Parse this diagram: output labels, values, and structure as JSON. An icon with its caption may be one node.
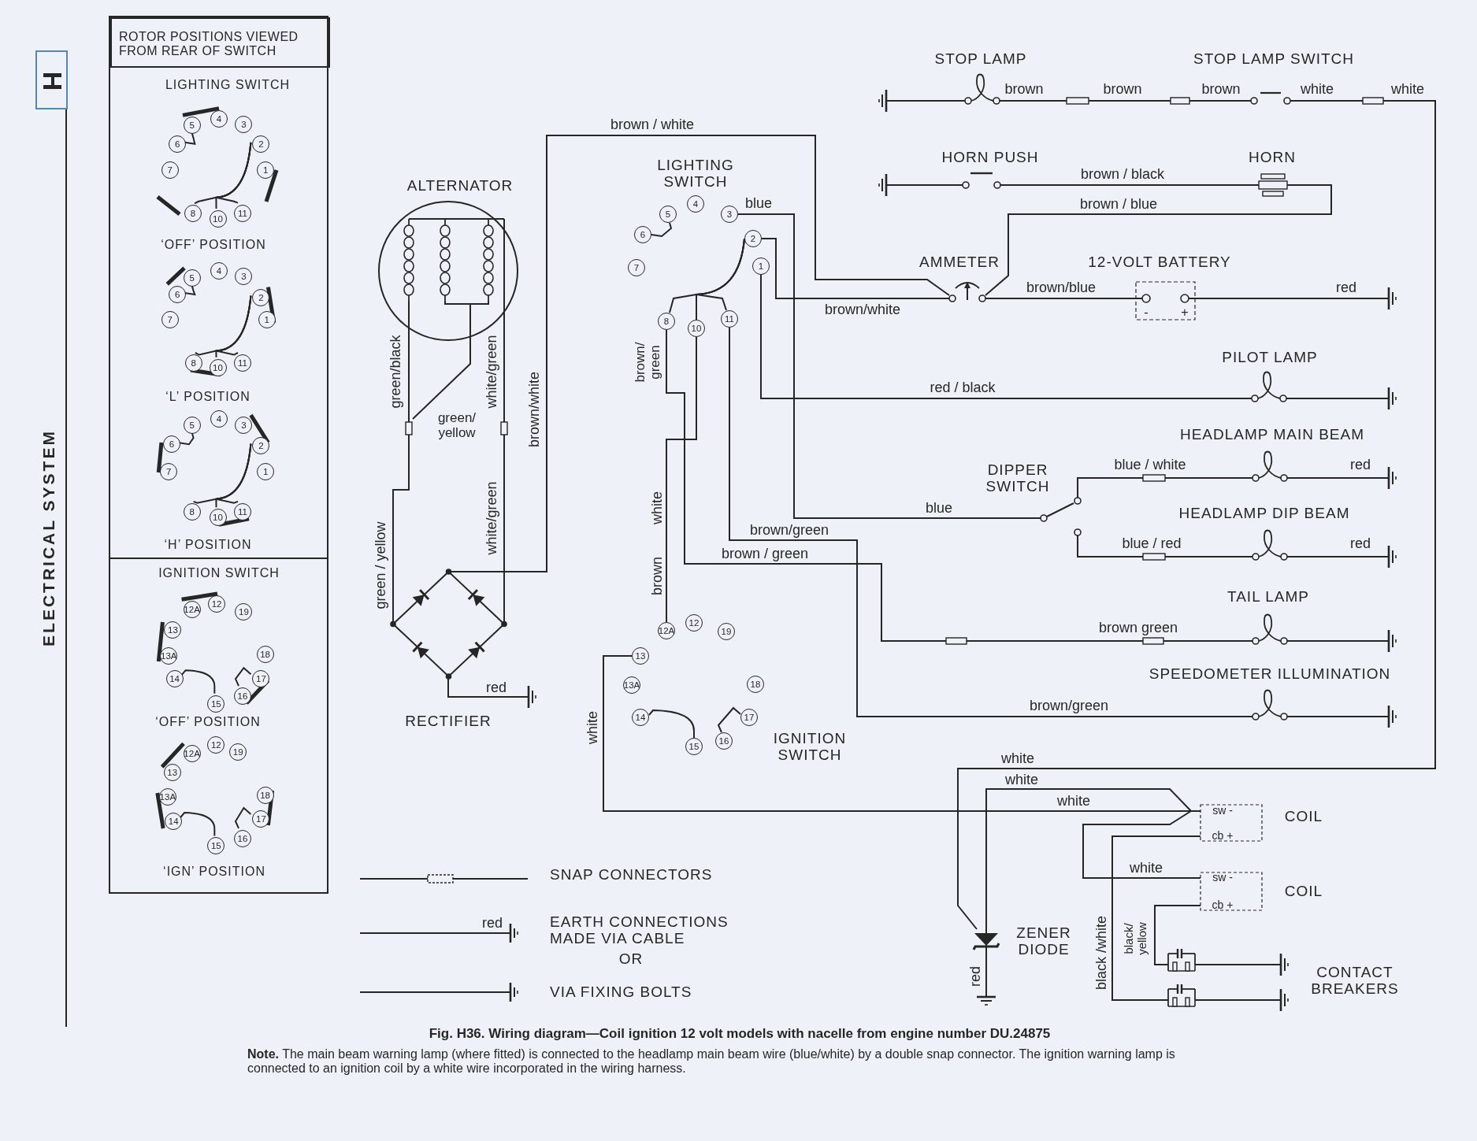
{
  "diagram": {
    "caption": "Fig. H36. Wiring diagram—Coil ignition 12 volt models with nacelle from engine number DU.24875",
    "nodes": [
      {
        "text": [
          "ALTERNATOR"
        ]
      },
      {
        "text": [
          "RECTIFIER"
        ]
      },
      {
        "text": [],
        "shape": "box"
      },
      {
        "text": [],
        "shape": "box"
      },
      {
        "text": [],
        "shape": "earth"
      },
      {
        "text": [
          "5"
        ]
      },
      {
        "text": [
          "4"
        ]
      },
      {
        "text": [
          "3"
        ]
      },
      {
        "text": [
          "6"
        ]
      },
      {
        "text": [
          "2"
        ]
      },
      {
        "text": [
          "7"
        ]
      },
      {
        "text": [
          "1"
        ]
      },
      {
        "text": [
          "8"
        ]
      },
      {
        "text": [
          "10"
        ]
      },
      {
        "text": [
          "11"
        ]
      },
      {
        "text": [
          "12A"
        ]
      },
      {
        "text": [
          "12"
        ]
      },
      {
        "text": [
          "19"
        ]
      },
      {
        "text": [
          "13"
        ]
      },
      {
        "text": [
          "13A"
        ]
      },
      {
        "text": [
          "18"
        ]
      },
      {
        "text": [
          "14"
        ]
      },
      {
        "text": [
          "17"
        ]
      },
      {
        "text": [
          "15"
        ]
      },
      {
        "text": [
          "16"
        ]
      },
      {
        "text": [],
        "shape": "earth"
      },
      {
        "text": [
          "STOP LAMP"
        ]
      },
      {
        "text": [],
        "shape": "box"
      },
      {
        "text": [],
        "shape": "box"
      },
      {
        "text": [
          "STOP LAMP SWITCH"
        ]
      },
      {
        "text": [],
        "shape": "box"
      },
      {
        "text": [],
        "shape": "earth"
      },
      {
        "text": [
          "HORN PUSH"
        ]
      },
      {
        "text": [
          "HORN"
        ]
      },
      {
        "text": [
          "AMMETER"
        ]
      },
      {
        "text": [
          "12-VOLT BATTERY",
          "-",
          "+"
        ]
      },
      {
        "text": [],
        "shape": "earth"
      },
      {
        "text": [
          "PILOT LAMP"
        ]
      },
      {
        "text": [],
        "shape": "earth"
      },
      {
        "text": [
          "DIPPER SWITCH"
        ]
      },
      {
        "text": [],
        "shape": "box"
      },
      {
        "text": [
          "HEADLAMP MAIN BEAM"
        ]
      },
      {
        "text": [],
        "shape": "earth"
      },
      {
        "text": [],
        "shape": "box"
      },
      {
        "text": [
          "HEADLAMP DIP BEAM"
        ]
      },
      {
        "text": [],
        "shape": "earth"
      },
      {
        "text": [],
        "shape": "box"
      },
      {
        "text": [],
        "shape": "box"
      },
      {
        "text": [
          "TAIL LAMP"
        ]
      },
      {
        "text": [],
        "shape": "earth"
      },
      {
        "text": [
          "SPEEDOMETER ILLUMINATION"
        ]
      },
      {
        "text": [],
        "shape": "earth"
      },
      {
        "text": [
          "ZENER DIODE"
        ]
      },
      {
        "text": [],
        "shape": "earth"
      },
      {
        "text": [
          "COIL",
          "sw -",
          "cb +"
        ]
      },
      {
        "text": [
          "COIL",
          "sw -",
          "cb +"
        ]
      },
      {
        "text": [],
        "shape": "box"
      },
      {
        "text": [],
        "shape": "earth"
      },
      {
        "text": [],
        "shape": "box"
      },
      {
        "text": [],
        "shape": "earth"
      },
      {
        "text": [],
        "shape": "box"
      },
      {
        "text": [
          "ROTOR POSITIONS VIEWED FROM REAR OF SWITCH"
        ],
        "in": 60
      },
      {
        "text": [
          "5"
        ],
        "in": 60
      },
      {
        "text": [
          "4"
        ],
        "in": 60
      },
      {
        "text": [
          "3"
        ],
        "in": 60
      },
      {
        "text": [
          "6"
        ],
        "in": 60
      },
      {
        "text": [
          "2"
        ],
        "in": 60
      },
      {
        "text": [
          "7"
        ],
        "in": 60
      },
      {
        "text": [
          "1"
        ],
        "in": 60
      },
      {
        "text": [
          "8"
        ],
        "in": 60
      },
      {
        "text": [
          "10"
        ],
        "in": 60
      },
      {
        "text": [
          "11"
        ],
        "in": 60
      },
      {
        "text": [
          "5"
        ],
        "in": 60
      },
      {
        "text": [
          "4"
        ],
        "in": 60
      },
      {
        "text": [
          "3"
        ],
        "in": 60
      },
      {
        "text": [
          "6"
        ],
        "in": 60
      },
      {
        "text": [
          "2"
        ],
        "in": 60
      },
      {
        "text": [
          "7"
        ],
        "in": 60
      },
      {
        "text": [
          "1"
        ],
        "in": 60
      },
      {
        "text": [
          "8"
        ],
        "in": 60
      },
      {
        "text": [
          "10"
        ],
        "in": 60
      },
      {
        "text": [
          "11"
        ],
        "in": 60
      },
      {
        "text": [
          "5"
        ],
        "in": 60
      },
      {
        "text": [
          "4"
        ],
        "in": 60
      },
      {
        "text": [
          "3"
        ],
        "in": 60
      },
      {
        "text": [
          "6"
        ],
        "in": 60
      },
      {
        "text": [
          "2"
        ],
        "in": 60
      },
      {
        "text": [
          "7"
        ],
        "in": 60
      },
      {
        "text": [
          "1"
        ],
        "in": 60
      },
      {
        "text": [
          "8"
        ],
        "in": 60
      },
      {
        "text": [
          "10"
        ],
        "in": 60
      },
      {
        "text": [
          "11"
        ],
        "in": 60
      },
      {
        "text": [
          "12A"
        ],
        "in": 60
      },
      {
        "text": [
          "12"
        ],
        "in": 60
      },
      {
        "text": [
          "19"
        ],
        "in": 60
      },
      {
        "text": [
          "13"
        ],
        "in": 60
      },
      {
        "text": [
          "13A"
        ],
        "in": 60
      },
      {
        "text": [
          "18"
        ],
        "in": 60
      },
      {
        "text": [
          "14"
        ],
        "in": 60
      },
      {
        "text": [
          "17"
        ],
        "in": 60
      },
      {
        "text": [
          "15"
        ],
        "in": 60
      },
      {
        "text": [
          "16"
        ],
        "in": 60
      },
      {
        "text": [
          "12A"
        ],
        "in": 60
      },
      {
        "text": [
          "12"
        ],
        "in": 60
      },
      {
        "text": [
          "19"
        ],
        "in": 60
      },
      {
        "text": [
          "13"
        ],
        "in": 60
      },
      {
        "text": [
          "13A"
        ],
        "in": 60
      },
      {
        "text": [
          "18"
        ],
        "in": 60
      },
      {
        "text": [
          "14"
        ],
        "in": 60
      },
      {
        "text": [
          "17"
        ],
        "in": 60
      },
      {
        "text": [
          "15"
        ],
        "in": 60
      },
      {
        "text": [
          "16"
        ],
        "in": 60
      },
      {
        "text": [
          "H"
        ]
      }
    ],
    "edges": [
      {
        "from": 0,
        "to": 2,
        "arrow": "none",
        "label": "green/black"
      },
      {
        "from": 0,
        "to": 2,
        "arrow": "none",
        "label": "green/ yellow"
      },
      {
        "from": 0,
        "to": 3,
        "arrow": "none",
        "label": "white/green"
      },
      {
        "from": 2,
        "to": 1,
        "arrow": "none",
        "label": "green / yellow"
      },
      {
        "from": 3,
        "to": 1,
        "arrow": "none",
        "label": "white/green"
      },
      {
        "from": 1,
        "to": 4,
        "arrow": "none",
        "label": "red"
      },
      {
        "from": 1,
        "to": 34,
        "arrow": "none",
        "label": "brown / white"
      },
      {
        "from": 7,
        "to": 39,
        "arrow": "none",
        "label": "blue"
      },
      {
        "from": 9,
        "to": 34,
        "arrow": "none",
        "label": "brown/white"
      },
      {
        "from": 11,
        "to": 37,
        "arrow": "none",
        "label": "red / black"
      },
      {
        "from": 14,
        "to": 50,
        "arrow": "none",
        "label": "brown/green"
      },
      {
        "from": 12,
        "to": 46,
        "arrow": "none",
        "label": "brown / green"
      },
      {
        "from": 46,
        "to": 47,
        "arrow": "none",
        "label": "brown green"
      },
      {
        "from": 47,
        "to": 48,
        "arrow": "none"
      },
      {
        "from": 48,
        "to": 49,
        "arrow": "none"
      },
      {
        "from": 13,
        "to": 15,
        "arrow": "none",
        "label": "brown white"
      },
      {
        "from": 5,
        "to": 8,
        "arrow": "none"
      },
      {
        "from": 9,
        "to": 12,
        "arrow": "none"
      },
      {
        "from": 9,
        "to": 13,
        "arrow": "none"
      },
      {
        "from": 9,
        "to": 14,
        "arrow": "none"
      },
      {
        "from": 21,
        "to": 23,
        "arrow": "none"
      },
      {
        "from": 24,
        "to": 22,
        "arrow": "none"
      },
      {
        "from": 18,
        "to": 54,
        "arrow": "none",
        "label": "white"
      },
      {
        "from": 25,
        "to": 26,
        "arrow": "none"
      },
      {
        "from": 26,
        "to": 27,
        "arrow": "none",
        "label": "brown"
      },
      {
        "from": 27,
        "to": 28,
        "arrow": "none",
        "label": "brown"
      },
      {
        "from": 28,
        "to": 29,
        "arrow": "none",
        "label": "brown"
      },
      {
        "from": 29,
        "to": 30,
        "arrow": "none",
        "label": "white"
      },
      {
        "from": 30,
        "to": 52,
        "arrow": "none",
        "label": "white"
      },
      {
        "from": 31,
        "to": 32,
        "arrow": "none"
      },
      {
        "from": 32,
        "to": 33,
        "arrow": "none",
        "label": "brown / black"
      },
      {
        "from": 33,
        "to": 34,
        "arrow": "none",
        "label": "brown / blue"
      },
      {
        "from": 34,
        "to": 35,
        "arrow": "none",
        "label": "brown/blue"
      },
      {
        "from": 35,
        "to": 36,
        "arrow": "none",
        "label": "red"
      },
      {
        "from": 37,
        "to": 38,
        "arrow": "none"
      },
      {
        "from": 39,
        "to": 40,
        "arrow": "none"
      },
      {
        "from": 40,
        "to": 41,
        "arrow": "none",
        "label": "blue / white"
      },
      {
        "from": 41,
        "to": 42,
        "arrow": "none",
        "label": "red"
      },
      {
        "from": 39,
        "to": 43,
        "arrow": "none"
      },
      {
        "from": 43,
        "to": 44,
        "arrow": "none",
        "label": "blue / red"
      },
      {
        "from": 44,
        "to": 45,
        "arrow": "none",
        "label": "red"
      },
      {
        "from": 50,
        "to": 51,
        "arrow": "none"
      },
      {
        "from": 52,
        "to": 53,
        "arrow": "none",
        "label": "red"
      },
      {
        "from": 54,
        "to": 55,
        "arrow": "none",
        "label": "white"
      },
      {
        "from": 52,
        "to": 54,
        "arrow": "none",
        "label": "white"
      },
      {
        "from": 54,
        "to": 58,
        "arrow": "none",
        "label": "black /white"
      },
      {
        "from": 55,
        "to": 56,
        "arrow": "none",
        "label": "black/ yellow"
      },
      {
        "from": 56,
        "to": 57,
        "arrow": "none"
      },
      {
        "from": 58,
        "to": 59,
        "arrow": "none"
      },
      {
        "from": 62,
        "to": 65,
        "arrow": "none"
      },
      {
        "from": 66,
        "to": 69,
        "arrow": "none"
      },
      {
        "from": 66,
        "to": 70,
        "arrow": "none"
      },
      {
        "from": 66,
        "to": 71,
        "arrow": "none"
      },
      {
        "from": 72,
        "to": 75,
        "arrow": "none"
      },
      {
        "from": 76,
        "to": 79,
        "arrow": "none"
      },
      {
        "from": 76,
        "to": 80,
        "arrow": "none"
      },
      {
        "from": 76,
        "to": 81,
        "arrow": "none"
      },
      {
        "from": 82,
        "to": 85,
        "arrow": "none"
      },
      {
        "from": 86,
        "to": 89,
        "arrow": "none"
      },
      {
        "from": 86,
        "to": 90,
        "arrow": "none"
      },
      {
        "from": 86,
        "to": 91,
        "arrow": "none"
      },
      {
        "from": 98,
        "to": 100,
        "arrow": "none"
      },
      {
        "from": 101,
        "to": 99,
        "arrow": "none"
      },
      {
        "from": 108,
        "to": 110,
        "arrow": "none"
      },
      {
        "from": 111,
        "to": 109,
        "arrow": "none"
      },
      {
        "from": 62,
        "to": 63,
        "arrow": "none",
        "style": "thick"
      },
      {
        "from": 76,
        "to": 78,
        "arrow": "none",
        "style": "thick"
      },
      {
        "from": 79,
        "to": 80,
        "arrow": "none",
        "style": "thick"
      },
      {
        "from": 84,
        "to": 86,
        "arrow": "none",
        "style": "thick"
      },
      {
        "from": 85,
        "to": 87,
        "arrow": "none",
        "style": "thick"
      },
      {
        "from": 90,
        "to": 91,
        "arrow": "none",
        "style": "thick"
      },
      {
        "from": 92,
        "to": 93,
        "arrow": "none",
        "style": "thick"
      },
      {
        "from": 95,
        "to": 96,
        "arrow": "none",
        "style": "thick"
      },
      {
        "from": 99,
        "to": 101,
        "arrow": "none",
        "style": "thick"
      },
      {
        "from": 105,
        "to": 102,
        "arrow": "none",
        "style": "thick"
      },
      {
        "from": 106,
        "to": 108,
        "arrow": "none",
        "style": "thick"
      },
      {
        "from": 107,
        "to": 109,
        "arrow": "none",
        "style": "thick"
      },
      {
        "from": 75,
        "to": 72,
        "arrow": "none",
        "style": "thick"
      }
    ],
    "labels": [
      "ELECTRICAL SYSTEM",
      "LIGHTING SWITCH",
      "‘OFF’ POSITION",
      "‘L’ POSITION",
      "‘H’ POSITION",
      "IGNITION SWITCH",
      "‘OFF’ POSITION",
      "‘IGN’ POSITION",
      "LIGHTING SWITCH",
      "blue",
      "brown/white",
      "brown/ green",
      "IGNITION SWITCH",
      "white",
      "brown/green",
      "white",
      "CONTACT BREAKERS",
      "red",
      "OR",
      "**Note.** The main beam warning lamp (where fitted) is connected to the headlamp main beam wire (blue/white) by a double snap connector. The ignition warning lamp is connected to an ignition coil by a white wire incorporated in the wiring harness."
    ],
    "legend": [
      {
        "text": "SNAP CONNECTORS"
      },
      {
        "text": "EARTH CONNECTIONS MADE VIA CABLE"
      },
      {
        "text": "VIA FIXING BOLTS"
      }
    ]
  }
}
